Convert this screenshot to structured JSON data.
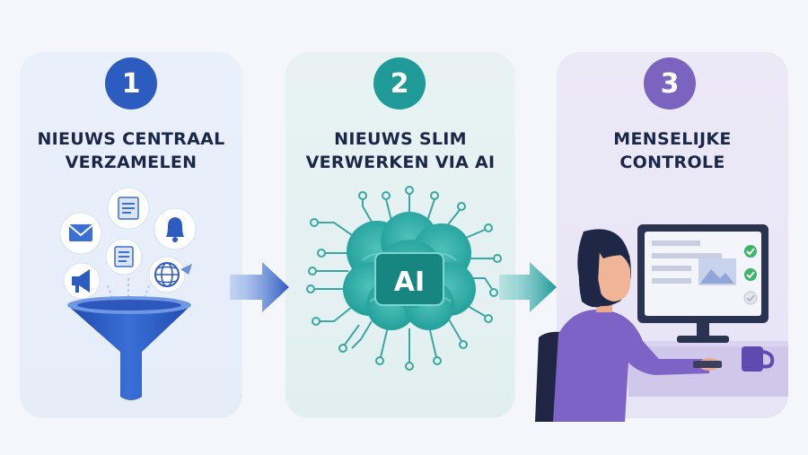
{
  "steps": [
    {
      "number": "1",
      "title_lines": [
        "NIEUWS CENTRAAL",
        "VERZAMELEN"
      ],
      "color": "#2d5cc0"
    },
    {
      "number": "2",
      "title_lines": [
        "NIEUWS SLIM",
        "VERWERKEN VIA AI"
      ],
      "color": "#1f9a98"
    },
    {
      "number": "3",
      "title_lines": [
        "MENSELIJKE",
        "CONTROLE"
      ],
      "color": "#7b64bf"
    }
  ],
  "ai_chip_label": "AI",
  "colors": {
    "blue": "#2d5cc0",
    "teal": "#1f9a98",
    "purple": "#7b64bf",
    "text": "#1a2749"
  }
}
